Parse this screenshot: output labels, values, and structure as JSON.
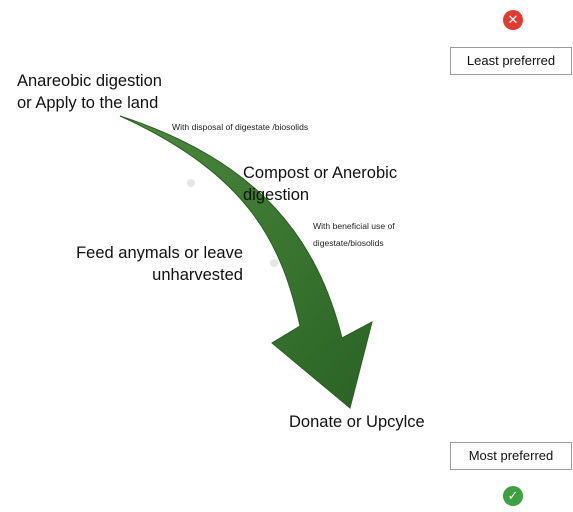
{
  "diagram": {
    "levels": [
      {
        "title": "Anareobic digestion\nor Apply to the land",
        "note": "With disposal  of digestate /biosolids"
      },
      {
        "title": "Compost or Anerobic\ndigestion",
        "note": "With beneficial use of\ndigestate/biosolids"
      },
      {
        "title": "Feed anymals or leave\nunharvested",
        "note": ""
      },
      {
        "title": "Donate or Upcylce",
        "note": ""
      }
    ],
    "least_preferred": "Least preferred",
    "most_preferred": "Most preferred",
    "least_icon": "close-icon",
    "most_icon": "check-icon",
    "colors": {
      "arrow": "#2f6b2a",
      "arrow_light": "#4c8a3d",
      "least_badge": "#e03c31",
      "most_badge": "#3ea040",
      "box_border": "#9a9a9a"
    }
  }
}
